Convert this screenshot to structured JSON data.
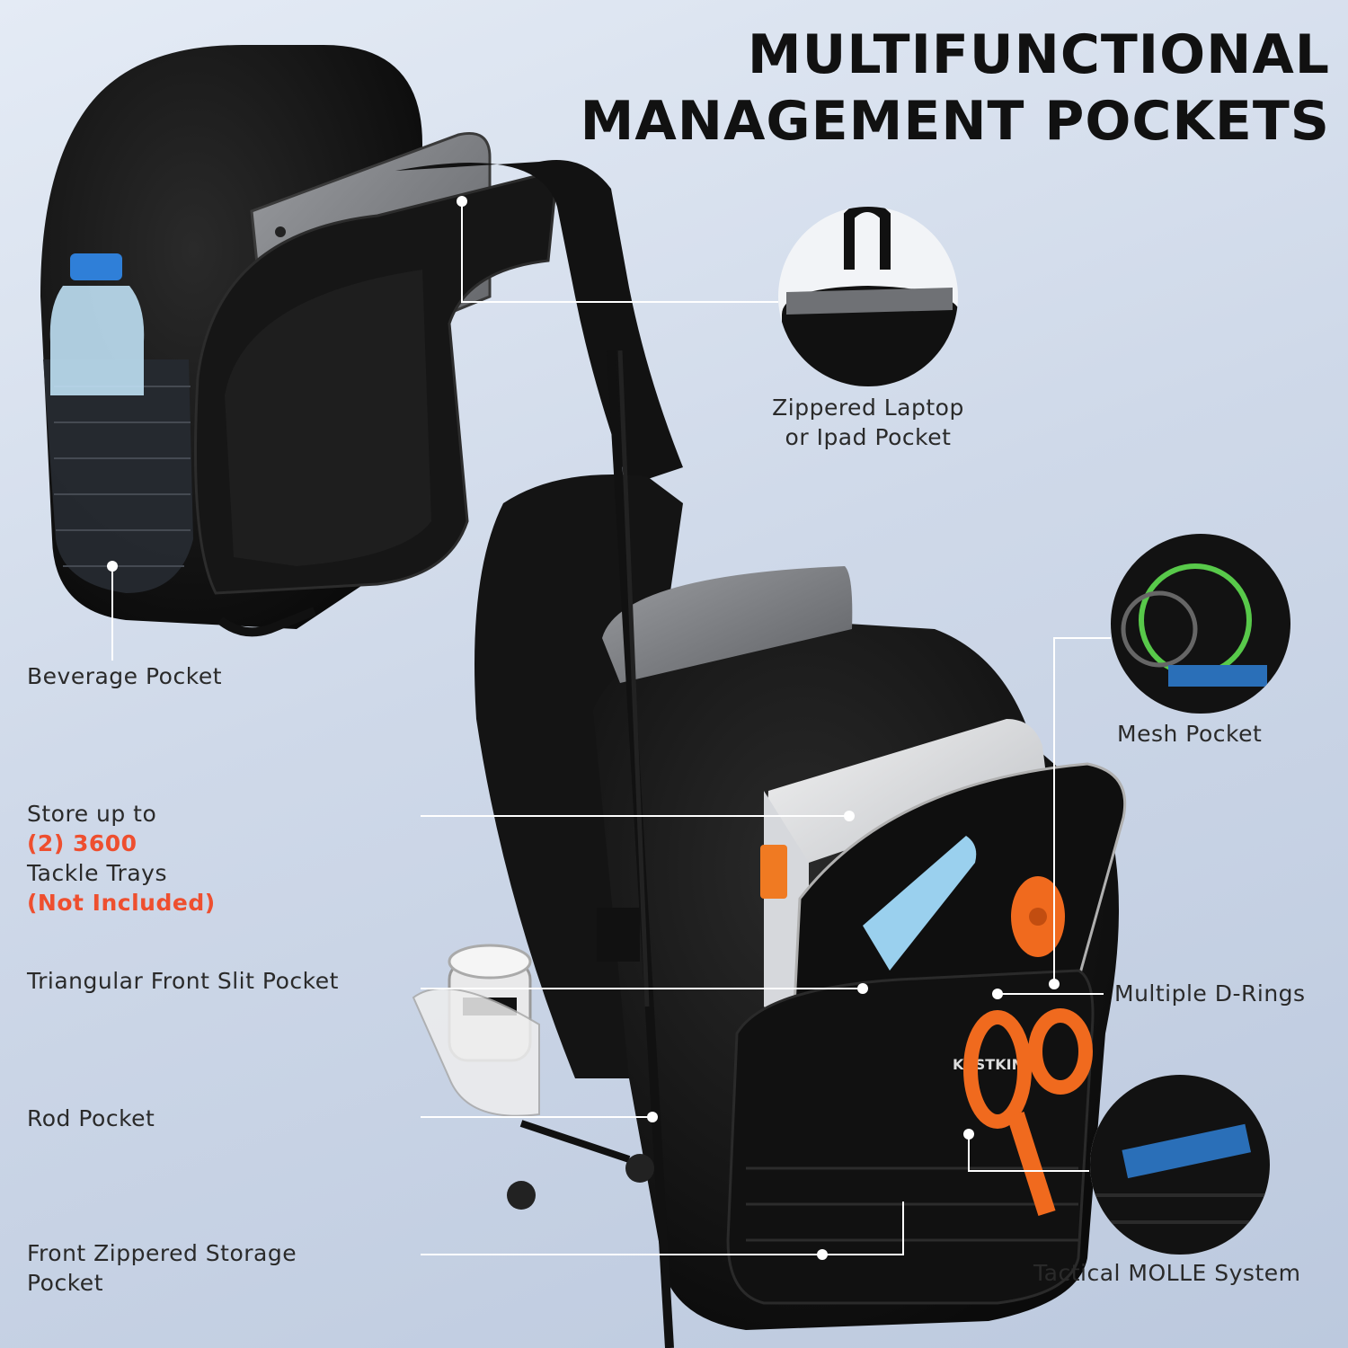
{
  "title": {
    "line1": "MULTIFUNCTIONAL",
    "line2": "MANAGEMENT POCKETS"
  },
  "labels": {
    "laptop_line1": "Zippered Laptop",
    "laptop_line2": "or Ipad Pocket",
    "beverage": "Beverage Pocket",
    "mesh": "Mesh Pocket",
    "tackle_prefix": "Store up to ",
    "tackle_highlight": "(2) 3600",
    "tackle_line2_prefix": "Tackle Trays ",
    "tackle_line2_highlight": "(Not Included)",
    "triangular": "Triangular Front Slit Pocket",
    "drings": "Multiple D-Rings",
    "rod": "Rod Pocket",
    "front_line1": "Front Zippered Storage",
    "front_line2": "Pocket",
    "molle": "Tactical MOLLE System"
  },
  "brand": "KASTKING",
  "colors": {
    "accent": "#ee4f2f",
    "bag": "#141414",
    "orange_tool": "#f06a1e"
  }
}
